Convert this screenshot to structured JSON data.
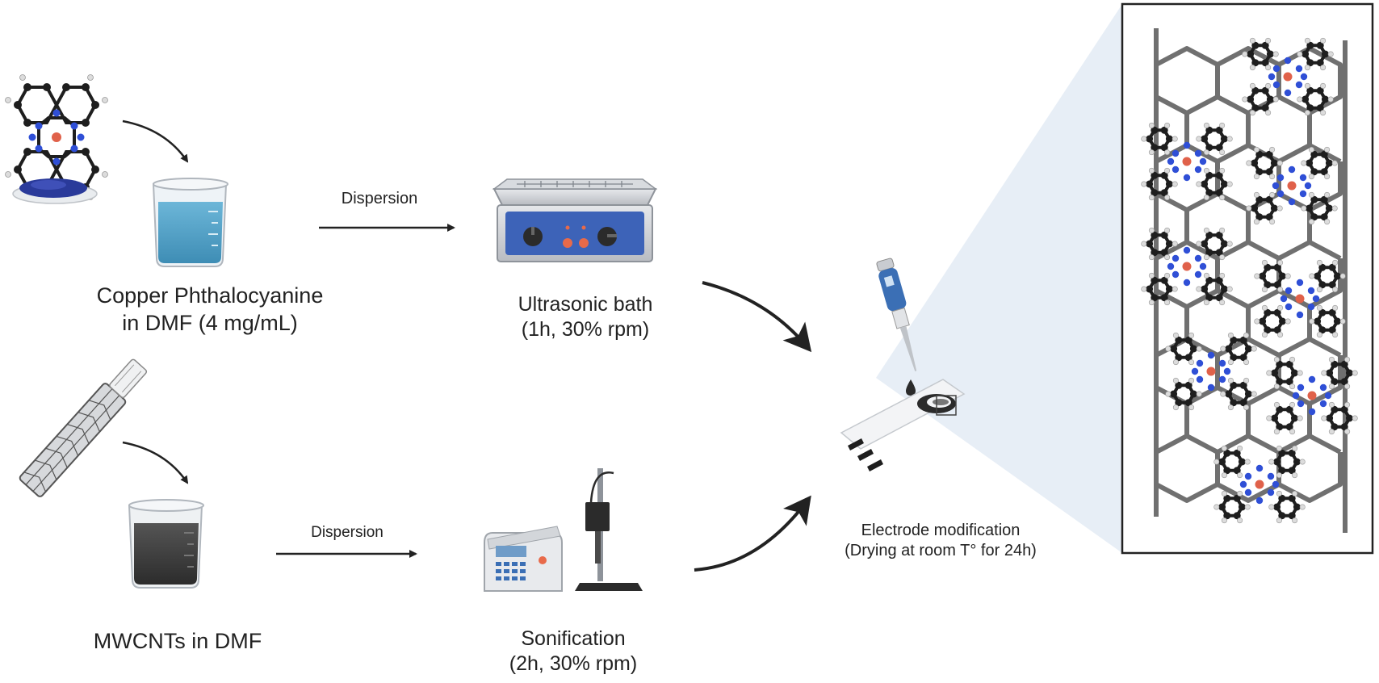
{
  "steps": {
    "cupc_label": "Copper Phthalocyanine",
    "cupc_sub": "in DMF (4 mg/mL)",
    "mwcnt_label": "MWCNTs in DMF",
    "dispersion_top": "Dispersion",
    "dispersion_bottom": "Dispersion",
    "ultrasonic_label": "Ultrasonic bath",
    "ultrasonic_sub": "(1h, 30% rpm)",
    "sonification_label": "Sonification",
    "sonification_sub": "(2h, 30% rpm)",
    "electrode_label": "Electrode modification",
    "electrode_sub": "(Drying at room T° for 24h)"
  },
  "colors": {
    "arrow": "#222222",
    "cupc_powder": "#2a3a9a",
    "solution_blue": "#4a9ec4",
    "solution_dark": "#3a3a3a",
    "bath_panel": "#3d63b8",
    "metal": "#c9ccd1",
    "nitrogen": "#2f4fd6",
    "copper": "#e0614a",
    "carbon": "#1e1e1e",
    "hydrogen": "#dcdcdc",
    "nanotube": "#707070",
    "zoom_cone": "#dfe8f4"
  },
  "icons": [
    "cupc-molecule-icon",
    "cupc-powder-icon",
    "beaker-blue-icon",
    "nanotube-icon",
    "beaker-dark-icon",
    "ultrasonic-bath-icon",
    "sonicator-icon",
    "pipette-icon",
    "electrode-icon"
  ]
}
